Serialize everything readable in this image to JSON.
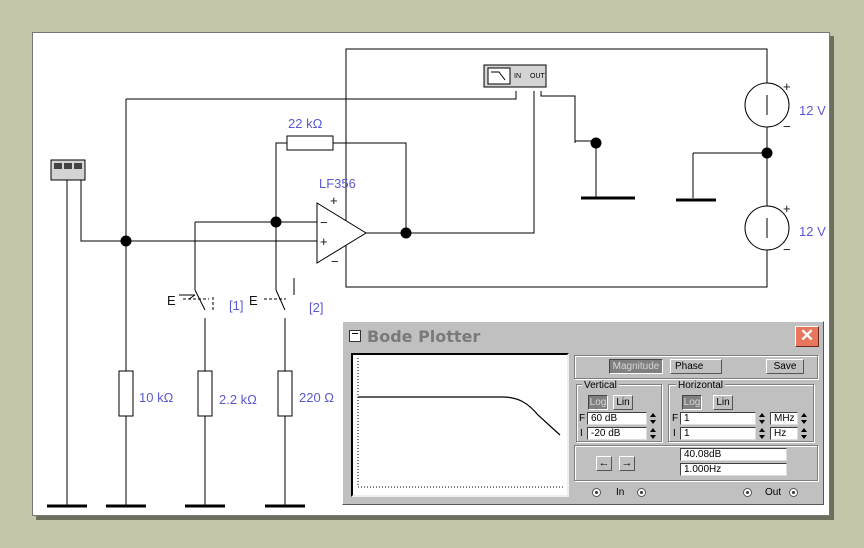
{
  "schematic": {
    "feedback_resistor": "22 kΩ",
    "opamp": "LF356",
    "opamp_plus_top": "+",
    "opamp_minus": "−",
    "opamp_plus": "+",
    "opamp_minus_bottom": "−",
    "supply_top": "12 V",
    "supply_bottom": "12 V",
    "supply_plus": "+",
    "supply_minus": "−",
    "res_1": "10 kΩ",
    "res_2": "2.2 kΩ",
    "res_3": "220 Ω",
    "switch_1_key": "E",
    "switch_1_label": "[1]",
    "switch_2_key": "E",
    "switch_2_label": "[2]",
    "plotter_in": "IN",
    "plotter_out": "OUT"
  },
  "bode_plotter": {
    "title": "Bode Plotter",
    "mode_magnitude": "Magnitude",
    "mode_phase": "Phase",
    "save": "Save",
    "vertical": {
      "title": "Vertical",
      "log": "Log",
      "lin": "Lin",
      "f_label": "F",
      "f_value": "60 dB",
      "i_label": "I",
      "i_value": "-20 dB"
    },
    "horizontal": {
      "title": "Horizontal",
      "log": "Log",
      "lin": "Lin",
      "f_label": "F",
      "f_value": "1",
      "f_unit": "MHz",
      "i_label": "I",
      "i_value": "1",
      "i_unit": "Hz"
    },
    "readout_db": "40.08dB",
    "readout_hz": "1.000Hz",
    "in_label": "In",
    "out_label": "Out"
  }
}
